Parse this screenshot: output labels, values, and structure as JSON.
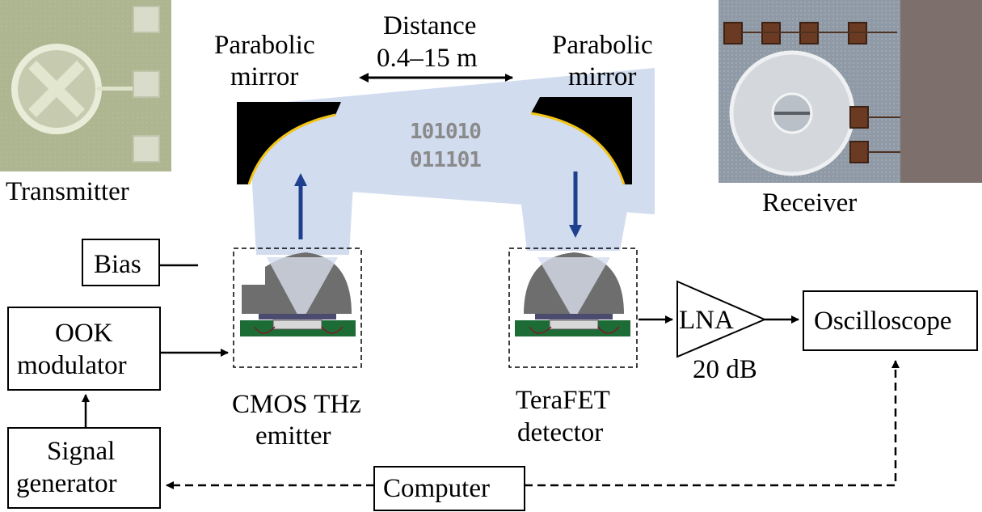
{
  "labels": {
    "transmitter": "Transmitter",
    "receiver": "Receiver",
    "parabolic_left_1": "Parabolic",
    "parabolic_left_2": "mirror",
    "parabolic_right_1": "Parabolic",
    "parabolic_right_2": "mirror",
    "distance_1": "Distance",
    "distance_2": "0.4–15 m",
    "bits_1": "101010",
    "bits_2": "011101",
    "emitter_1": "CMOS THz",
    "emitter_2": "emitter",
    "detector_1": "TeraFET",
    "detector_2": "detector",
    "lna": "LNA",
    "gain": "20 dB"
  },
  "boxes": {
    "bias": "Bias",
    "ook_1": "OOK",
    "ook_2": "modulator",
    "signal_1": "Signal",
    "signal_2": "generator",
    "oscilloscope": "Oscilloscope",
    "computer": "Computer"
  },
  "colors": {
    "beam": "#c9d6ec",
    "arrow_blue": "#1f3f8f",
    "mirror_edge": "#f2c418",
    "pcb_green": "#1d6b35",
    "lens_gray": "#6e6e6e"
  }
}
